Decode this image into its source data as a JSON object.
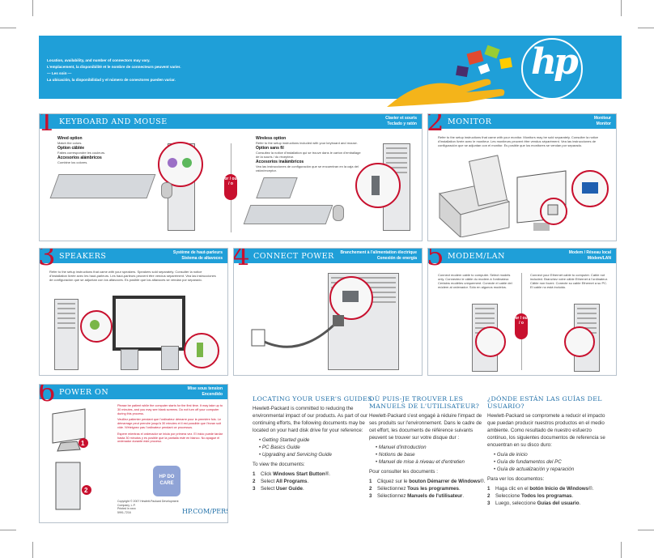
{
  "banner": {
    "line1": "Location, availability, and number of connectors may vary.",
    "line2": "L'emplacement, la disponibilité et le nombre de connecteurs peuvent varier.",
    "line3": "— Les soin —",
    "line4": "La ubicación, la disponibilidad y el número de conectores pueden variar."
  },
  "panel1": {
    "num": "1",
    "title": "KEYBOARD AND MOUSE",
    "sub1": "Clavier et souris",
    "sub2": "Teclado y ratón",
    "wired_title": "Wired option",
    "wired_text": "Match the colors.",
    "fr_title": "Option câblée",
    "fr_text": "Faites correspondre les couleurs.",
    "es_title": "Accesorios alámbricos",
    "es_text": "Combine los colores.",
    "wl_title": "Wireless option",
    "wl_text": "Refer to the setup instructions included with your keyboard and mouse.",
    "wl_fr_title": "Option sans fil",
    "wl_fr_text": "Consultez la notice d'installation qui se trouve dans le carton d'emballage de la souris / du récepteur.",
    "wl_es_title": "Accesorios inalámbricos",
    "wl_es_text": "Vea las instrucciones de configuración que se encuentran en la caja del ratón/receptor.",
    "or": "or / ou / o"
  },
  "panel2": {
    "num": "2",
    "title": "MONITOR",
    "sub1": "Moniteur",
    "sub2": "Monitor",
    "text": "Refer to the setup instructions that came with your monitor. Monitors may be sold separately. Consulter la notice d'installation livrée avec le moniteur. Les moniteurs peuvent être vendus séparément. Vea las instrucciones de configuración que se adjuntan con el monitor. Es posible que los monitores se vendan por separado."
  },
  "panel3": {
    "num": "3",
    "title": "SPEAKERS",
    "sub1": "Système de haut-parleurs",
    "sub2": "Sistema de altavoces",
    "text": "Refer to the setup instructions that came with your speakers. Speakers sold separately. Consulter la notice d'installation livrée avec les haut-parleurs. Les haut-parleurs peuvent être vendus séparément. Vea las instrucciones de configuración que se adjuntan con los altavoces. Es posible que los altavoces se vendan por separado."
  },
  "panel4": {
    "num": "4",
    "title": "CONNECT POWER",
    "sub1": "Branchement à l'alimentation électrique",
    "sub2": "Conexión de energía"
  },
  "panel5": {
    "num": "5",
    "title": "MODEM/LAN",
    "sub1": "Modem / Réseau local",
    "sub2": "Módem/LAN",
    "modem": "Connect modem cable to computer. Select models only. Connectez le câble du modem à l'ordinateur. Certains modèles uniquement. Conecte el cable del módem al ordenador. Sólo en algunos modelos.",
    "lan": "Connect your Ethernet cable to computer. Cable not included. Branchez votre câble Ethernet à l'ordinateur. Câble non fourni. Conecte su cable Ethernet a su PC. El cable no está incluido.",
    "or": "or / ou / o"
  },
  "panel6": {
    "num": "6",
    "title": "POWER ON",
    "sub1": "Mise sous tension",
    "sub2": "Encendido",
    "en": "Please be patient while the computer starts for the first time. It may take up to 30 minutes, and you may see blank screens. Do not turn off your computer during this process.",
    "fr": "Veuillez patienter pendant que l'ordinateur démarre pour la première fois. Le démarrage peut prendre jusqu'à 30 minutes et il est possible que l'écran soit vide. N'éteignez pas l'ordinateur pendant ce processus.",
    "es": "Espere mientras el ordenador se inicia por primera vez. El inicio puede tardar hasta 30 minutos y es posible que la pantalla esté en blanco. No apague el ordenador durante este proceso.",
    "step1": "1",
    "step2": "2",
    "badge": "HP DO CARE",
    "copyright": "Copyright © 2007 Hewlett-Packard Development Company, L.P.",
    "printed": "Printed in xxxx",
    "partno": "5991-7216",
    "url": "HP.COM/PERSONAL"
  },
  "guides_en": {
    "title": "LOCATING YOUR USER'S GUIDES",
    "intro": "Hewlett-Packard is committed to reducing the environmental impact of our products. As part of our continuing efforts, the following documents may be located on your hard disk drive for your reference:",
    "docs": [
      "Getting Started guide",
      "PC Basics Guide",
      "Upgrading and Servicing Guide"
    ],
    "view": "To view the documents:",
    "steps": [
      {
        "n": "1",
        "pre": "Click ",
        "b": "Windows Start Button",
        "post": "®."
      },
      {
        "n": "2",
        "pre": "Select ",
        "b": "All Programs",
        "post": "."
      },
      {
        "n": "3",
        "pre": "Select ",
        "b": "User Guide",
        "post": "."
      }
    ]
  },
  "guides_fr": {
    "title": "OÙ PUIS-JE TROUVER LES MANUELS DE L'UTILISATEUR?",
    "intro": "Hewlett-Packard s'est engagé à réduire l'impact de ses produits sur l'environnement. Dans le cadre de cet effort, les documents de référence suivants peuvent se trouver sur votre disque dur :",
    "docs": [
      "Manuel d'introduction",
      "Notions de base",
      "Manuel de mise à niveau et d'entretien"
    ],
    "view": "Pour consulter les documents :",
    "steps": [
      {
        "n": "1",
        "pre": "Cliquez sur le ",
        "b": "bouton Démarrer de Windows",
        "post": "®."
      },
      {
        "n": "2",
        "pre": "Sélectionnez ",
        "b": "Tous les programmes",
        "post": "."
      },
      {
        "n": "3",
        "pre": "Sélectionnez ",
        "b": "Manuels de l'utilisateur",
        "post": "."
      }
    ]
  },
  "guides_es": {
    "title": "¿DÓNDE ESTÁN LAS GUÍAS DEL USUARIO?",
    "intro": "Hewlett-Packard se compromete a reducir el impacto que puedan producir nuestros productos en el medio ambiente. Como resultado de nuestro esfuerzo continuo, los siguientes documentos de referencia se encuentran en su disco duro:",
    "docs": [
      "Guía de inicio",
      "Guía de fundamentos del PC",
      "Guía de actualización y reparación"
    ],
    "view": "Para ver los documentos:",
    "steps": [
      {
        "n": "1",
        "pre": "Haga clic en el ",
        "b": "botón Inicio de Windows",
        "post": "®."
      },
      {
        "n": "2",
        "pre": "Seleccione ",
        "b": "Todos los programas",
        "post": "."
      },
      {
        "n": "3",
        "pre": "Luego, seleccione ",
        "b": "Guías del usuario",
        "post": "."
      }
    ]
  },
  "colors": {
    "accent": "#1f9fd8",
    "number": "#c8102e",
    "panel_border": "#b7c2cc"
  }
}
